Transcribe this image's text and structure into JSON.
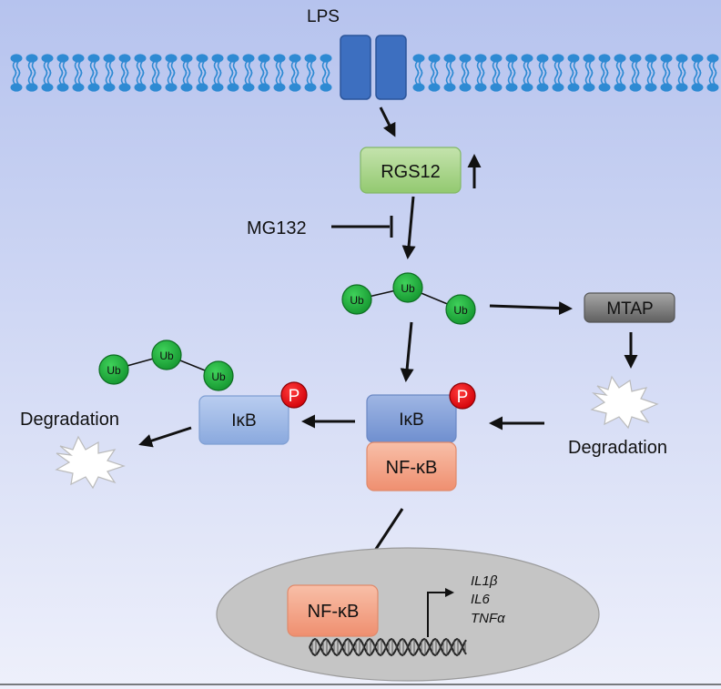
{
  "labels": {
    "lps": "LPS",
    "rgs12": "RGS12",
    "mg132": "MG132",
    "ub": "Ub",
    "mtap": "MTAP",
    "ikb": "IκB",
    "p": "P",
    "nfkb": "NF-κB",
    "degradation": "Degradation",
    "genes": [
      "IL1β",
      "IL6",
      "TNFα"
    ]
  },
  "colors": {
    "background_top": "#b3c1ee",
    "background_bottom": "#eef0fb",
    "membrane": "#2e8ad3",
    "receptor": "#3d6fc0",
    "rgs12_box": "#a9d48b",
    "ub_circle": "#1ea63a",
    "mtap_box": "#7f7f7f",
    "ikb_box": "#9fb8e6",
    "p_circle": "#e8131b",
    "nfkb_box": "#f4a58a",
    "nucleus": "#c5c5c5"
  }
}
